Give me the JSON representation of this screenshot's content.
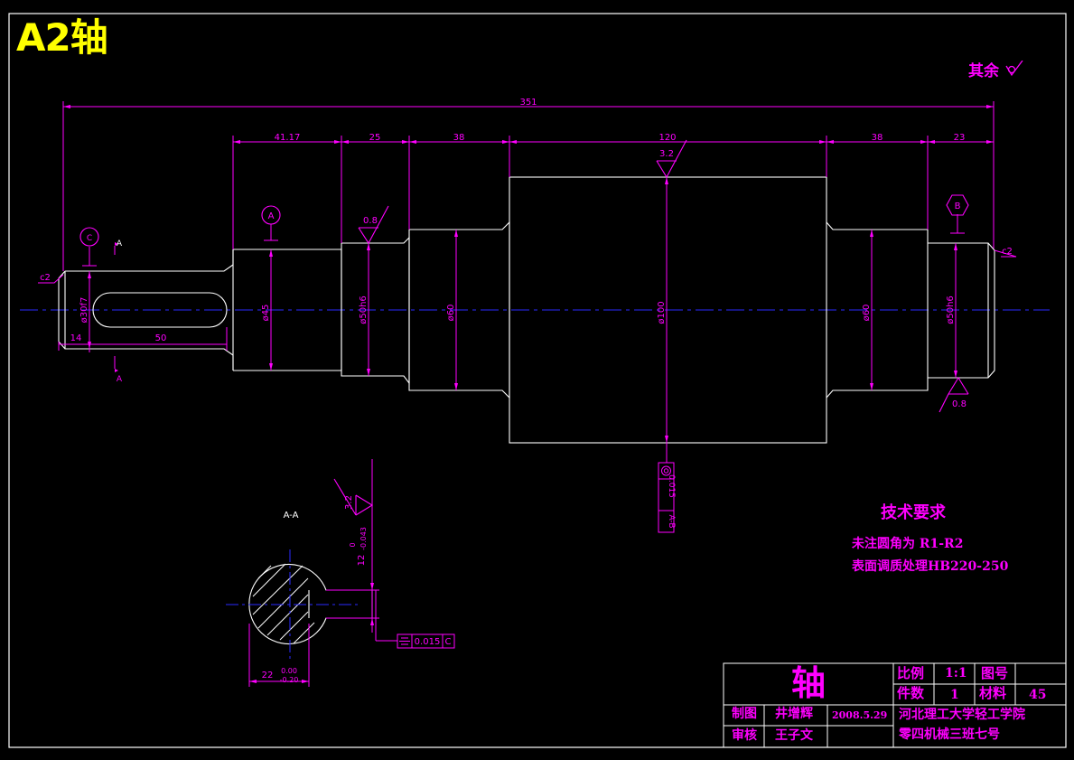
{
  "title": "A2轴",
  "rest_surface_note": "其余",
  "dimensions": {
    "overall_length": "351",
    "segment_lengths": [
      "41.17",
      "25",
      "38",
      "120",
      "38",
      "23"
    ],
    "key_offset": "14",
    "key_length": "50",
    "diameters": [
      "ø30f7",
      "ø45",
      "ø50h6",
      "ø60",
      "ø100",
      "ø60",
      "ø50h6"
    ],
    "chamfer_left": "c2",
    "chamfer_right": "c2",
    "section_key_depth_main": "22",
    "section_key_depth_upper": "0.00",
    "section_key_depth_lower": "-0.20",
    "section_key_width_main": "12",
    "section_key_width_upper": "0",
    "section_key_width_lower": "-0.043"
  },
  "datums": [
    "C",
    "A",
    "B"
  ],
  "section_mark": "A",
  "section_label": "A-A",
  "roughness": {
    "journal_left": "0.8",
    "journal_right": "0.8",
    "body": "3.2",
    "keyway": "3.2"
  },
  "tolerances": {
    "coaxiality_value": "0.015",
    "coaxiality_datum": "A-B",
    "symmetry_value": "0.015",
    "symmetry_datum": "C"
  },
  "tech_requirements": {
    "title": "技术要求",
    "lines": [
      "未注圆角为 R1-R2",
      "表面调质处理HB220-250"
    ]
  },
  "title_block": {
    "part_name": "轴",
    "scale_label": "比例",
    "scale_value": "1:1",
    "drawing_no_label": "图号",
    "qty_label": "件数",
    "qty_value": "1",
    "material_label": "材料",
    "material_value": "45",
    "drawn_label": "制图",
    "drawn_by": "井增辉",
    "date": "2008.5.29",
    "checked_label": "审核",
    "checked_by": "王子文",
    "school": "河北理工大学轻工学院",
    "class": "零四机械三班七号"
  },
  "colors": {
    "background": "#000000",
    "outline": "#ffffff",
    "dimension": "#ff00ff",
    "centerline": "#0000ff",
    "title": "#ffff00"
  }
}
